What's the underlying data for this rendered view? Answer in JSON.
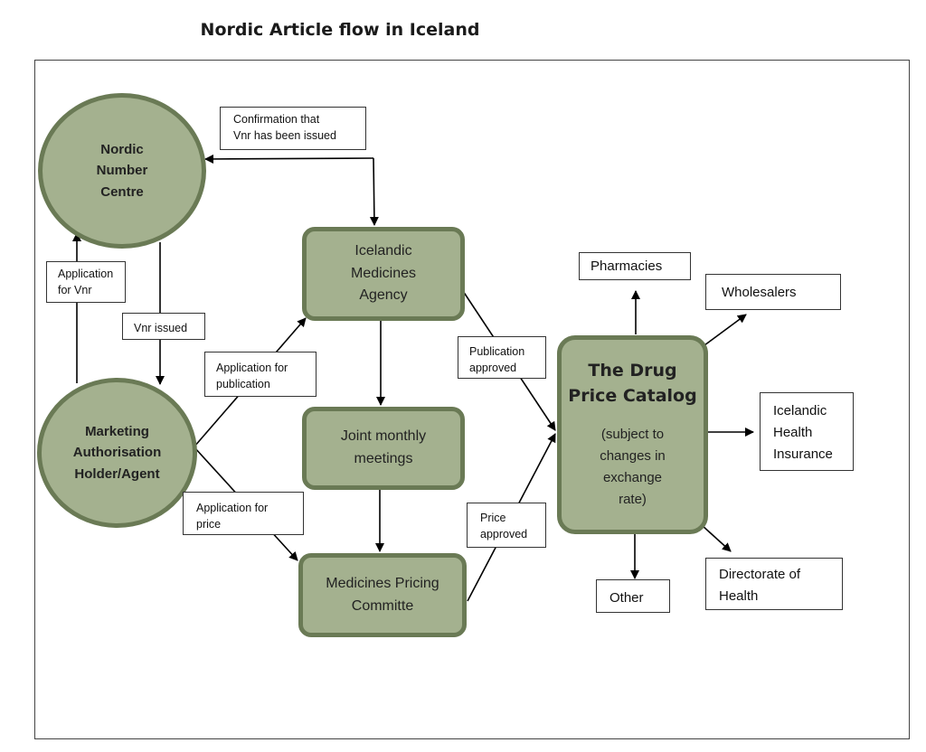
{
  "title": "Nordic Article flow in Iceland",
  "nodes": {
    "nordic_number_centre": "Nordic\nNumber\nCentre",
    "marketing_authorisation_holder": "Marketing\nAuthorisation\nHolder/Agent",
    "icelandic_medicines_agency": "Icelandic\nMedicines\nAgency",
    "joint_monthly_meetings": "Joint monthly\nmeetings",
    "medicines_pricing_committee": "Medicines Pricing\nCommitte",
    "drug_price_catalog_title": "The Drug\nPrice Catalog",
    "drug_price_catalog_note": "(subject to\nchanges in\nexchange\nrate)"
  },
  "labels": {
    "confirmation": "Confirmation that\nVnr has been issued",
    "application_vnr": "Application\nfor Vnr",
    "vnr_issued": "Vnr issued",
    "application_publication": "Application for\npublication",
    "application_price": "Application for\nprice",
    "publication_approved": "Publication\napproved",
    "price_approved": "Price\napproved"
  },
  "destinations": {
    "pharmacies": "Pharmacies",
    "wholesalers": "Wholesalers",
    "icelandic_health_insurance": "Icelandic\nHealth\nInsurance",
    "other": "Other",
    "directorate_of_health": "Directorate of\nHealth"
  },
  "colors": {
    "node_fill": "#a4b18f",
    "node_border": "#6a7a55"
  }
}
